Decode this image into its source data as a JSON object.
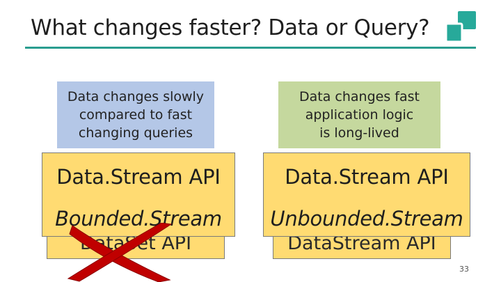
{
  "slide": {
    "title": "What changes faster? Data or Query?",
    "page_number": "33"
  },
  "left": {
    "note_lines": [
      "Data changes slowly",
      "compared to fast",
      "changing queries"
    ],
    "api_label": "Data.Stream API",
    "stream_label": "Bounded.Stream",
    "hidden_label": "DataSet API"
  },
  "right": {
    "note_lines": [
      "Data changes fast",
      "application logic",
      "is long-lived"
    ],
    "api_label": "Data.Stream API",
    "stream_label": "Unbounded.Stream",
    "hidden_label": "DataStream API"
  },
  "colors": {
    "accent_rule": "#2a9d8f",
    "left_note": "#b4c7e7",
    "right_note": "#c5d89e",
    "api_box": "#ffdb72",
    "cross_mark": "#c00000"
  },
  "icons": {
    "logo": "teal-squares-logo",
    "cross": "red-x-mark"
  }
}
